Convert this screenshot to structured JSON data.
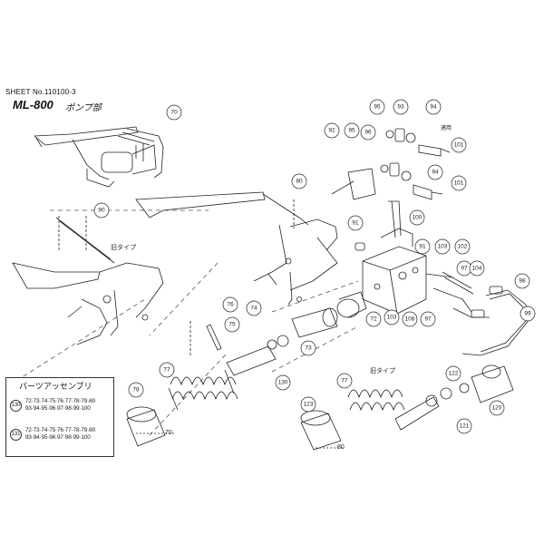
{
  "header": {
    "sheet_no": "SHEET No.110100-3",
    "model": "ML-800",
    "part": "ポンプ部"
  },
  "annotations": {
    "old_type_1": "旧タイプ",
    "old_type_2": "旧タイプ",
    "dim_70": "70",
    "dim_80": "80",
    "gauge_label": "適用"
  },
  "callouts": [
    "70",
    "80",
    "90",
    "95",
    "93",
    "94",
    "92",
    "95",
    "96",
    "101",
    "94",
    "101",
    "100",
    "91",
    "91",
    "103",
    "102",
    "97",
    "104",
    "98",
    "99",
    "74",
    "72",
    "103",
    "108",
    "97",
    "76",
    "75",
    "73",
    "130",
    "77",
    "78",
    "122",
    "77",
    "121",
    "120",
    "123"
  ],
  "assembly_table": {
    "title": "パーツアッセンブリ",
    "rows": [
      {
        "no": "130",
        "line1": "72·73·74·75·76·77·78·79·80",
        "line2": "93·94·95·96·97·98·99·100"
      },
      {
        "no": "131",
        "line1": "72·73·74·75·76·77·78·79·80",
        "line2": "93·94·95·96·97·98·99·100"
      }
    ]
  }
}
